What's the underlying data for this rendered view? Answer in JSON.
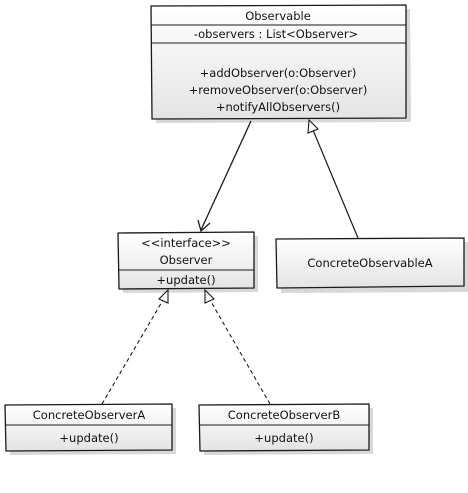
{
  "classes": {
    "observable": {
      "name": "Observable",
      "attributes": [
        "-observers : List<Observer>"
      ],
      "methods": [
        "+addObserver(o:Observer)",
        "+removeObserver(o:Observer)",
        "+notifyAllObservers()"
      ]
    },
    "observer": {
      "stereotype": "<<interface>>",
      "name": "Observer",
      "methods": [
        "+update()"
      ]
    },
    "concrete_observable_a": {
      "name": "ConcreteObservableA"
    },
    "concrete_observer_a": {
      "name": "ConcreteObserverA",
      "methods": [
        "+update()"
      ]
    },
    "concrete_observer_b": {
      "name": "ConcreteObserverB",
      "methods": [
        "+update()"
      ]
    }
  },
  "relations": [
    {
      "type": "association",
      "from": "observable",
      "to": "observer"
    },
    {
      "type": "generalization",
      "from": "concrete_observable_a",
      "to": "observable"
    },
    {
      "type": "realization",
      "from": "concrete_observer_a",
      "to": "observer"
    },
    {
      "type": "realization",
      "from": "concrete_observer_b",
      "to": "observer"
    }
  ],
  "colors": {
    "line": "#1a1a1a",
    "box_fill_top": "#ffffff",
    "box_fill_bottom": "#e6e6e6"
  }
}
